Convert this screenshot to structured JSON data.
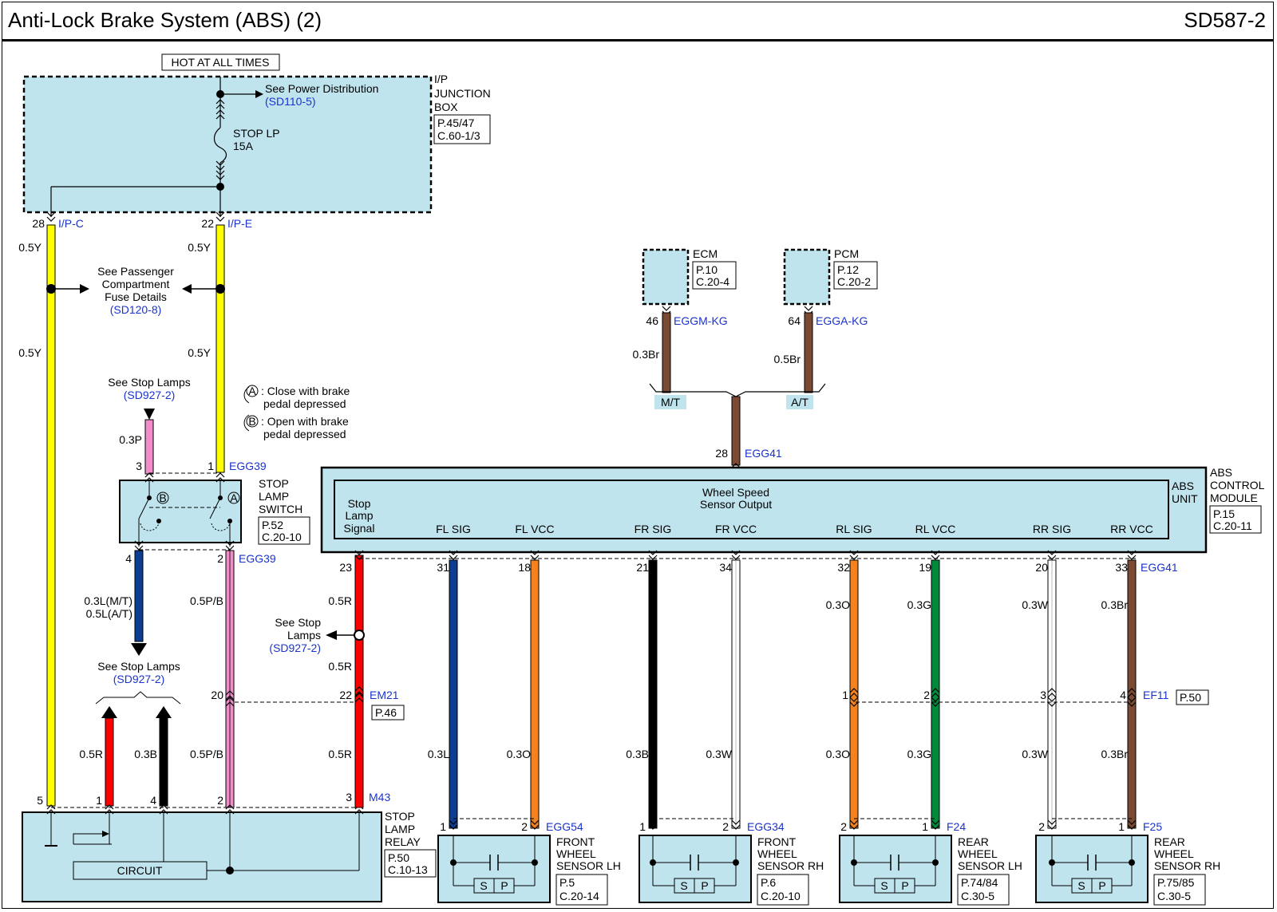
{
  "header": {
    "title": "Anti-Lock Brake System (ABS) (2)",
    "code": "SD587-2"
  },
  "power": {
    "hot_label": "HOT AT ALL TIMES",
    "see_power": "See Power Distribution",
    "see_power_ref": "(SD110-5)",
    "fuse_name": "STOP LP",
    "fuse_rating": "15A",
    "jbox_line1": "I/P",
    "jbox_line2": "JUNCTION",
    "jbox_line3": "BOX",
    "jbox_ref1": "P.45/47",
    "jbox_ref2": "C.60-1/3",
    "pin_left": "28",
    "conn_left": "I/P-C",
    "pin_right": "22",
    "conn_right": "I/P-E"
  },
  "wires_left": {
    "w1": "0.5Y",
    "w2": "0.5Y",
    "w3": "0.5Y",
    "w4": "0.5Y",
    "fuse_detail_1": "See Passenger",
    "fuse_detail_2": "Compartment",
    "fuse_detail_3": "Fuse Details",
    "fuse_detail_ref": "(SD120-8)"
  },
  "switch": {
    "see_stop": "See Stop Lamps",
    "see_stop_ref": "(SD927-2)",
    "wire_top": "0.3P",
    "note_a1": ": Close with brake",
    "note_a2": "pedal depressed",
    "note_b1": ": Open with brake",
    "note_b2": "pedal depressed",
    "sym_a": "A",
    "sym_b": "B",
    "pin3": "3",
    "pin1": "1",
    "pin4": "4",
    "pin2": "2",
    "conn_top": "EGG39",
    "conn_bot": "EGG39",
    "name1": "STOP",
    "name2": "LAMP",
    "name3": "SWITCH",
    "ref1": "P.52",
    "ref2": "C.20-10",
    "wire_blue1": "0.3L(M/T)",
    "wire_blue2": "0.5L(A/T)",
    "wire_pink": "0.5P/B",
    "see_stop2": "See Stop Lamps",
    "see_stop2_ref": "(SD927-2)"
  },
  "relay": {
    "wire_red": "0.5R",
    "wire_black": "0.3B",
    "wire_pink": "0.5P/B",
    "wire_red2": "0.5R",
    "pin5": "5",
    "pin1": "1",
    "pin4": "4",
    "pin2": "2",
    "pin3": "3",
    "conn": "M43",
    "circuit": "CIRCUIT",
    "name1": "STOP",
    "name2": "LAMP",
    "name3": "RELAY",
    "ref1": "P.50",
    "ref2": "C.10-13"
  },
  "signal_wire": {
    "pin23": "23",
    "wire1": "0.5R",
    "see_stop1": "See Stop",
    "see_stop2": "Lamps",
    "see_stop_ref": "(SD927-2)",
    "wire2": "0.5R",
    "pin20": "20",
    "pin22": "22",
    "conn": "EM21",
    "ref": "P.46"
  },
  "ecm": {
    "name": "ECM",
    "ref1": "P.10",
    "ref2": "C.20-4",
    "pin": "46",
    "conn": "EGGM-KG",
    "wire": "0.3Br",
    "tag": "M/T"
  },
  "pcm": {
    "name": "PCM",
    "ref1": "P.12",
    "ref2": "C.20-2",
    "pin": "64",
    "conn": "EGGA-KG",
    "wire": "0.5Br",
    "tag": "A/T"
  },
  "abs": {
    "pin28": "28",
    "conn_top": "EGG41",
    "wss1": "Wheel Speed",
    "wss2": "Sensor Output",
    "stop1": "Stop",
    "stop2": "Lamp",
    "stop3": "Signal",
    "unit1": "ABS",
    "unit2": "UNIT",
    "mod1": "ABS",
    "mod2": "CONTROL",
    "mod3": "MODULE",
    "ref1": "P.15",
    "ref2": "C.20-11",
    "conn_bot": "EGG41",
    "signals": [
      "FL SIG",
      "FL VCC",
      "FR SIG",
      "FR VCC",
      "RL SIG",
      "RL VCC",
      "RR SIG",
      "RR VCC"
    ],
    "pins": [
      "31",
      "18",
      "21",
      "34",
      "32",
      "19",
      "20",
      "33"
    ]
  },
  "sensor_wires": {
    "upper": [
      "0.3O",
      "0.3G",
      "0.3W",
      "0.3Br"
    ],
    "mid_pins": [
      "1",
      "2",
      "3",
      "4"
    ],
    "ef_conn": "EF11",
    "ef_ref": "P.50",
    "lower": [
      "0.3L",
      "0.3O",
      "0.3B",
      "0.3W",
      "0.3O",
      "0.3G",
      "0.3W",
      "0.3Br"
    ]
  },
  "sensors": [
    {
      "pin_a": "1",
      "pin_b": "2",
      "conn": "EGG54",
      "n1": "FRONT",
      "n2": "WHEEL",
      "n3": "SENSOR LH",
      "r1": "P.5",
      "r2": "C.20-14"
    },
    {
      "pin_a": "1",
      "pin_b": "2",
      "conn": "EGG34",
      "n1": "FRONT",
      "n2": "WHEEL",
      "n3": "SENSOR RH",
      "r1": "P.6",
      "r2": "C.20-10"
    },
    {
      "pin_a": "2",
      "pin_b": "1",
      "conn": "F24",
      "n1": "REAR",
      "n2": "WHEEL",
      "n3": "SENSOR LH",
      "r1": "P.74/84",
      "r2": "C.30-5"
    },
    {
      "pin_a": "2",
      "pin_b": "1",
      "conn": "F25",
      "n1": "REAR",
      "n2": "WHEEL",
      "n3": "SENSOR RH",
      "r1": "P.75/85",
      "r2": "C.30-5"
    }
  ],
  "sensor_sp": {
    "s": "S",
    "p": "P"
  },
  "colors": {
    "yellow": "#ffff00",
    "pink": "#f08cc8",
    "blue": "#0b3d91",
    "red": "#ff0000",
    "black": "#000000",
    "orange": "#f4821f",
    "white": "#ffffff",
    "green": "#008a3c",
    "brown": "#7b4a32",
    "panel": "#bfe4ee",
    "link": "#1a33cc"
  }
}
